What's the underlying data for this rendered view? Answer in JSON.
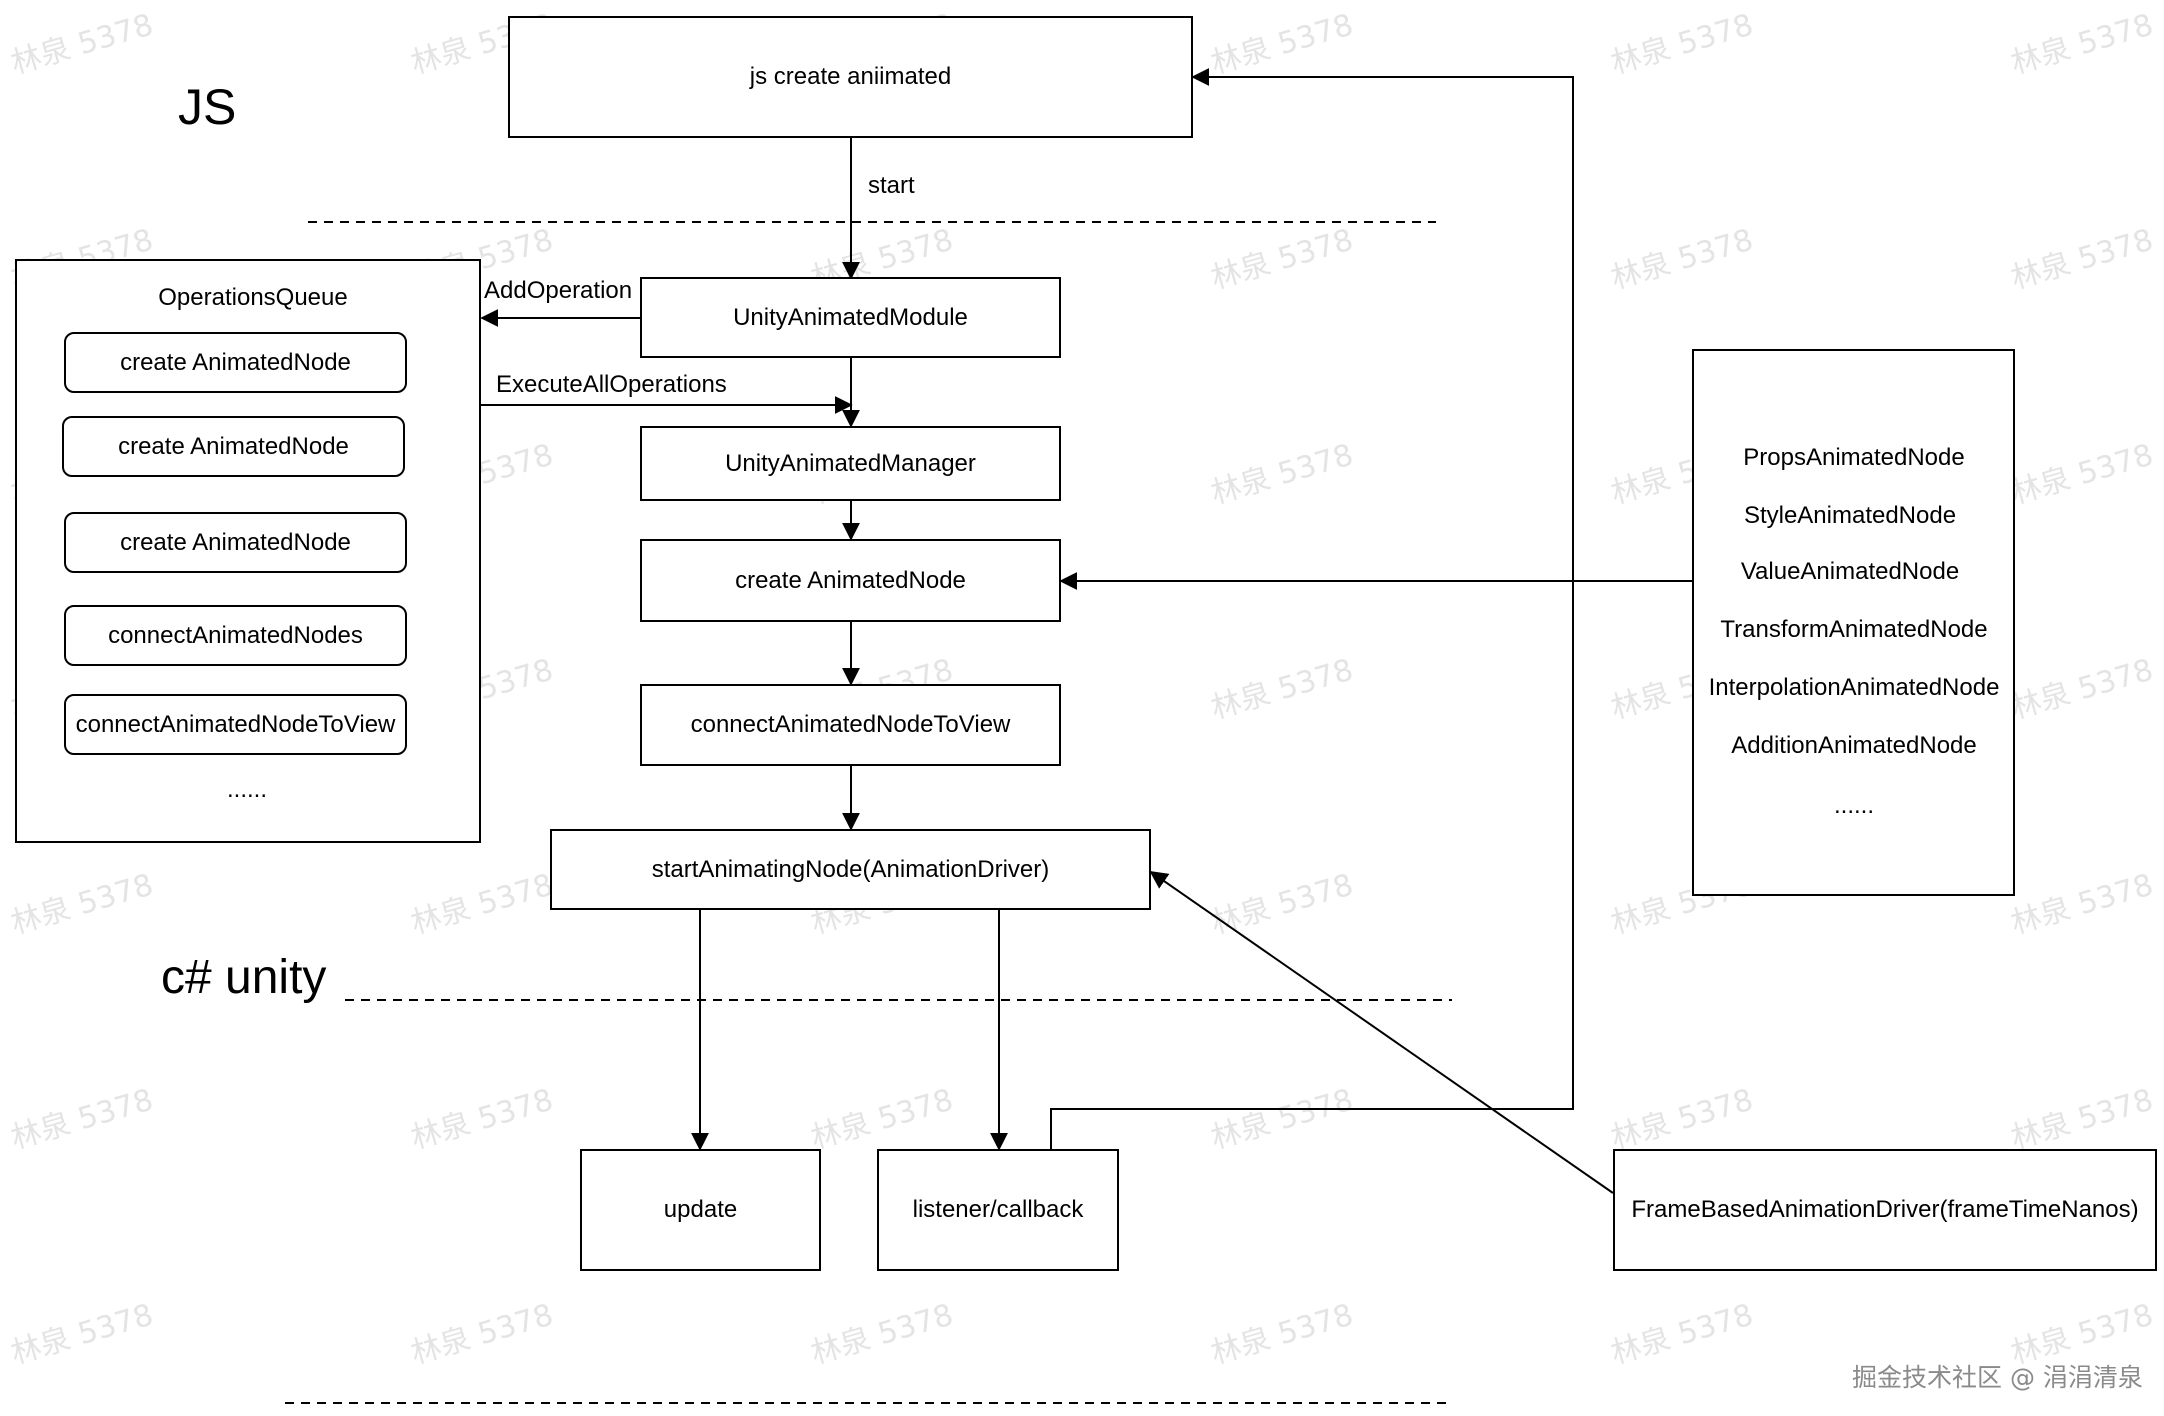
{
  "watermark": "林泉 5378",
  "section_labels": {
    "js": "JS",
    "csharp": "c# unity"
  },
  "operations_queue": {
    "title": "OperationsQueue",
    "items": [
      "create AnimatedNode",
      "create AnimatedNode",
      "create AnimatedNode",
      "connectAnimatedNodes",
      "connectAnimatedNodeToView"
    ],
    "more": "......"
  },
  "flow": {
    "js_create": "js create aniimated",
    "start_label": "start",
    "module": "UnityAnimatedModule",
    "add_operation": "AddOperation",
    "execute_all": "ExecuteAllOperations",
    "manager": "UnityAnimatedManager",
    "create_node": "create AnimatedNode",
    "connect_view": "connectAnimatedNodeToView",
    "start_animating": "startAnimatingNode(AnimationDriver)",
    "update": "update",
    "listener": "listener/callback",
    "driver": "FrameBasedAnimationDriver(frameTimeNanos)"
  },
  "node_types": {
    "items": [
      "PropsAnimatedNode",
      "StyleAnimatedNode",
      "ValueAnimatedNode",
      "TransformAnimatedNode",
      "InterpolationAnimatedNode",
      "AdditionAnimatedNode"
    ],
    "more": "......"
  },
  "footer": "掘金技术社区 @ 涓涓清泉"
}
